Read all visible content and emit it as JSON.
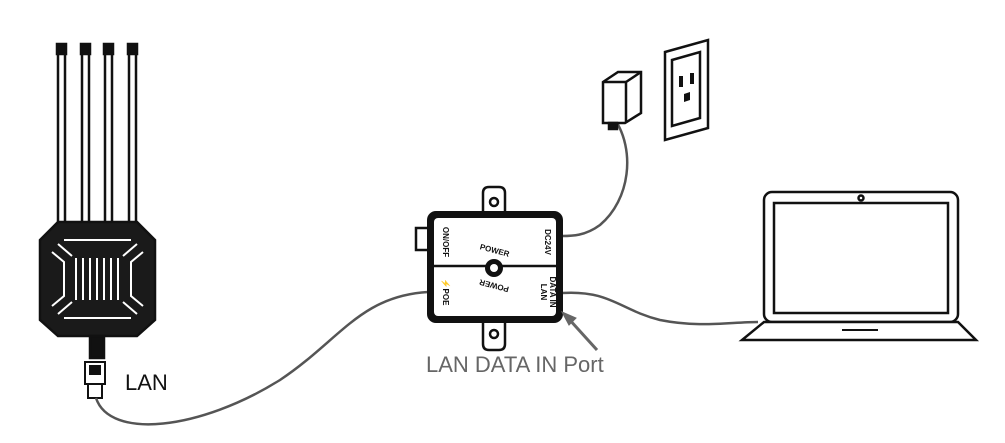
{
  "labels": {
    "lan": "LAN",
    "lan_data_in_port": "LAN DATA IN Port"
  },
  "injector": {
    "on_off": "ON/OFF",
    "dc": "DC24V",
    "poe": "⚡POE",
    "lan_line1": "LAN",
    "lan_line2": "DATA IN",
    "power_top": "POWER",
    "power_bottom": "POWER"
  },
  "colors": {
    "ink": "#111111",
    "cable": "#555555",
    "annotation": "#666666"
  }
}
